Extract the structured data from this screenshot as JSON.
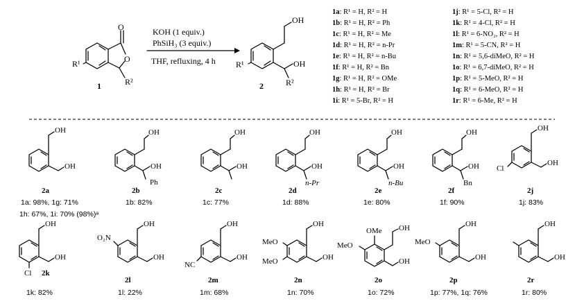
{
  "scheme": {
    "reactant_label": "1",
    "product_label": "2",
    "reagent_line1": "KOH (1 equiv.)",
    "reagent_line2": "PhSiH₃ (3 equiv.)",
    "conditions": "THF, refluxing, 4 h",
    "atom_O": "O",
    "atom_OH": "OH",
    "atom_R1": "R¹",
    "atom_R2": "R²"
  },
  "substrates_col1": [
    {
      "id": "1a",
      "rest": ": R¹ = H, R² = H"
    },
    {
      "id": "1b",
      "rest": ": R¹ = H, R² = Ph"
    },
    {
      "id": "1c",
      "rest": ": R¹ = H, R² = Me"
    },
    {
      "id": "1d",
      "rest": ": R¹ = H, R² = n-Pr"
    },
    {
      "id": "1e",
      "rest": ": R¹ = H, R² = n-Bu"
    },
    {
      "id": "1f",
      "rest": ": R¹ = H, R² = Bn"
    },
    {
      "id": "1g",
      "rest": ": R¹ = H, R² = OMe"
    },
    {
      "id": "1h",
      "rest": ": R¹ = H, R² = Br"
    },
    {
      "id": "1i",
      "rest": ": R¹ = 5-Br, R² = H"
    }
  ],
  "substrates_col2": [
    {
      "id": "1j",
      "rest": ": R¹ = 5-Cl, R² = H"
    },
    {
      "id": "1k",
      "rest": ": R¹ = 4-Cl, R² = H"
    },
    {
      "id": "1l",
      "rest": ": R¹ = 6-NO₂, R² = H"
    },
    {
      "id": "1m",
      "rest": ": R¹ = 5-CN, R² = H"
    },
    {
      "id": "1n",
      "rest": ": R¹ = 5,6-diMeO, R² = H"
    },
    {
      "id": "1o",
      "rest": ": R¹ = 6,7-diMeO, R² = H"
    },
    {
      "id": "1p",
      "rest": ": R¹ = 5-MeO, R² = H"
    },
    {
      "id": "1q",
      "rest": ": R¹ = 6-MeO, R² = H"
    },
    {
      "id": "1r",
      "rest": ": R¹ = 6-Me, R² = H"
    }
  ],
  "products": {
    "2a": {
      "label": "2a",
      "yield1": "1a: 98%, 1g: 71%",
      "yield2": "1h: 67%, 1i: 70% (98%)ᵃ"
    },
    "2b": {
      "label": "2b",
      "yield1": "1b: 82%",
      "sub": "Ph"
    },
    "2c": {
      "label": "2c",
      "yield1": "1c: 77%"
    },
    "2d": {
      "label": "2d",
      "yield1": "1d: 88%",
      "sub": "n-Pr"
    },
    "2e": {
      "label": "2e",
      "yield1": "1e: 80%",
      "sub": "n-Bu"
    },
    "2f": {
      "label": "2f",
      "yield1": "1f: 90%",
      "sub": "Bn"
    },
    "2j": {
      "label": "2j",
      "yield1": "1j: 83%",
      "sub": "Cl"
    },
    "2k": {
      "label": "2k",
      "yield1": "1k: 82%",
      "sub": "Cl"
    },
    "2l": {
      "label": "2l",
      "yield1": "1l: 22%",
      "sub": "O₂N"
    },
    "2m": {
      "label": "2m",
      "yield1": "1m: 68%",
      "sub": "NC"
    },
    "2n": {
      "label": "2n",
      "yield1": "1n: 70%",
      "sub": "MeO"
    },
    "2o": {
      "label": "2o",
      "yield1": "1o: 72%",
      "sub": "MeO",
      "sub2": "OMe"
    },
    "2p": {
      "label": "2p",
      "yield1": "1p: 77%, 1q: 76%",
      "sub": "MeO"
    },
    "2r": {
      "label": "2r",
      "yield1": "1r: 80%"
    }
  }
}
